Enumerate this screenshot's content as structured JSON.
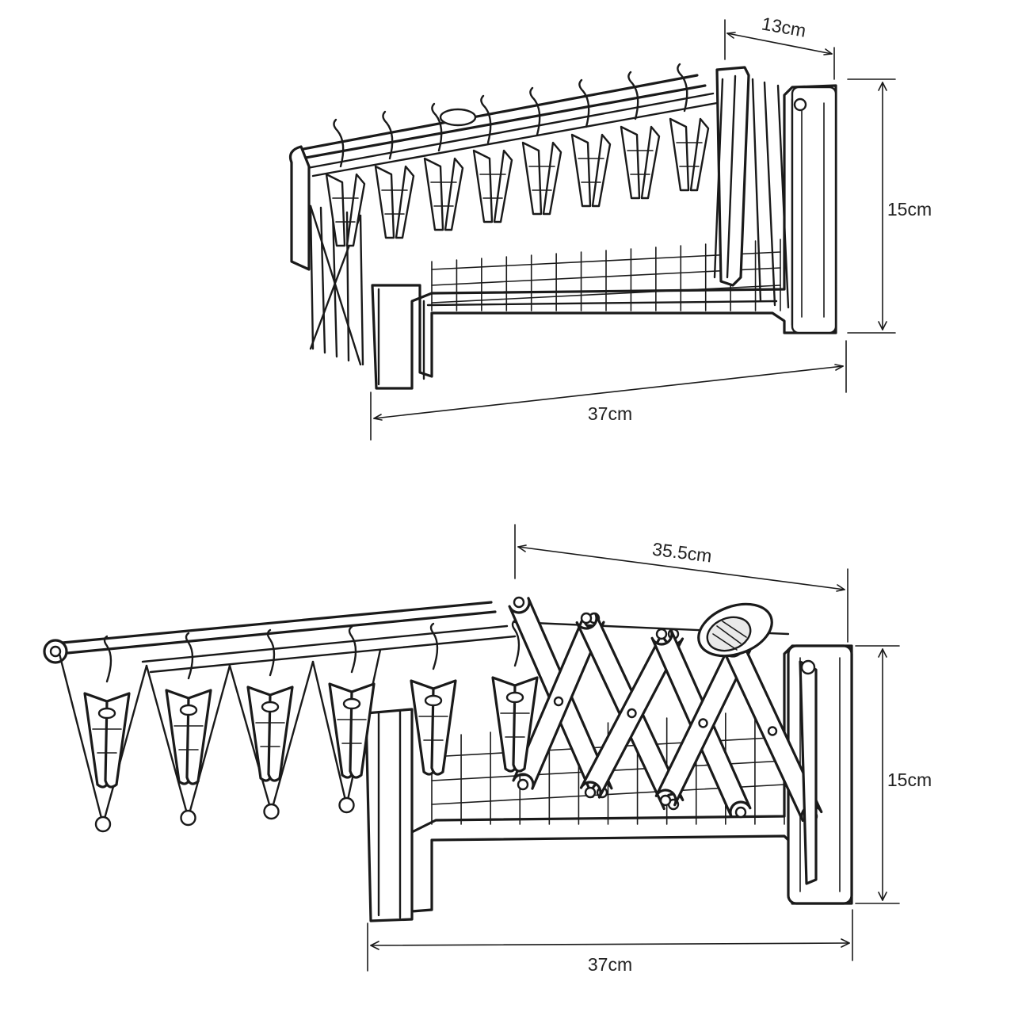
{
  "colors": {
    "line": "#1a1a1a",
    "background": "#ffffff",
    "label": "#222222"
  },
  "folded": {
    "depth_label": "13cm",
    "height_label": "15cm",
    "width_label": "37cm",
    "clip_count": 8,
    "grid_columns": 14
  },
  "extended": {
    "reach_label": "35.5cm",
    "height_label": "15cm",
    "width_label": "37cm",
    "clip_count": 6,
    "grid_columns": 12
  }
}
